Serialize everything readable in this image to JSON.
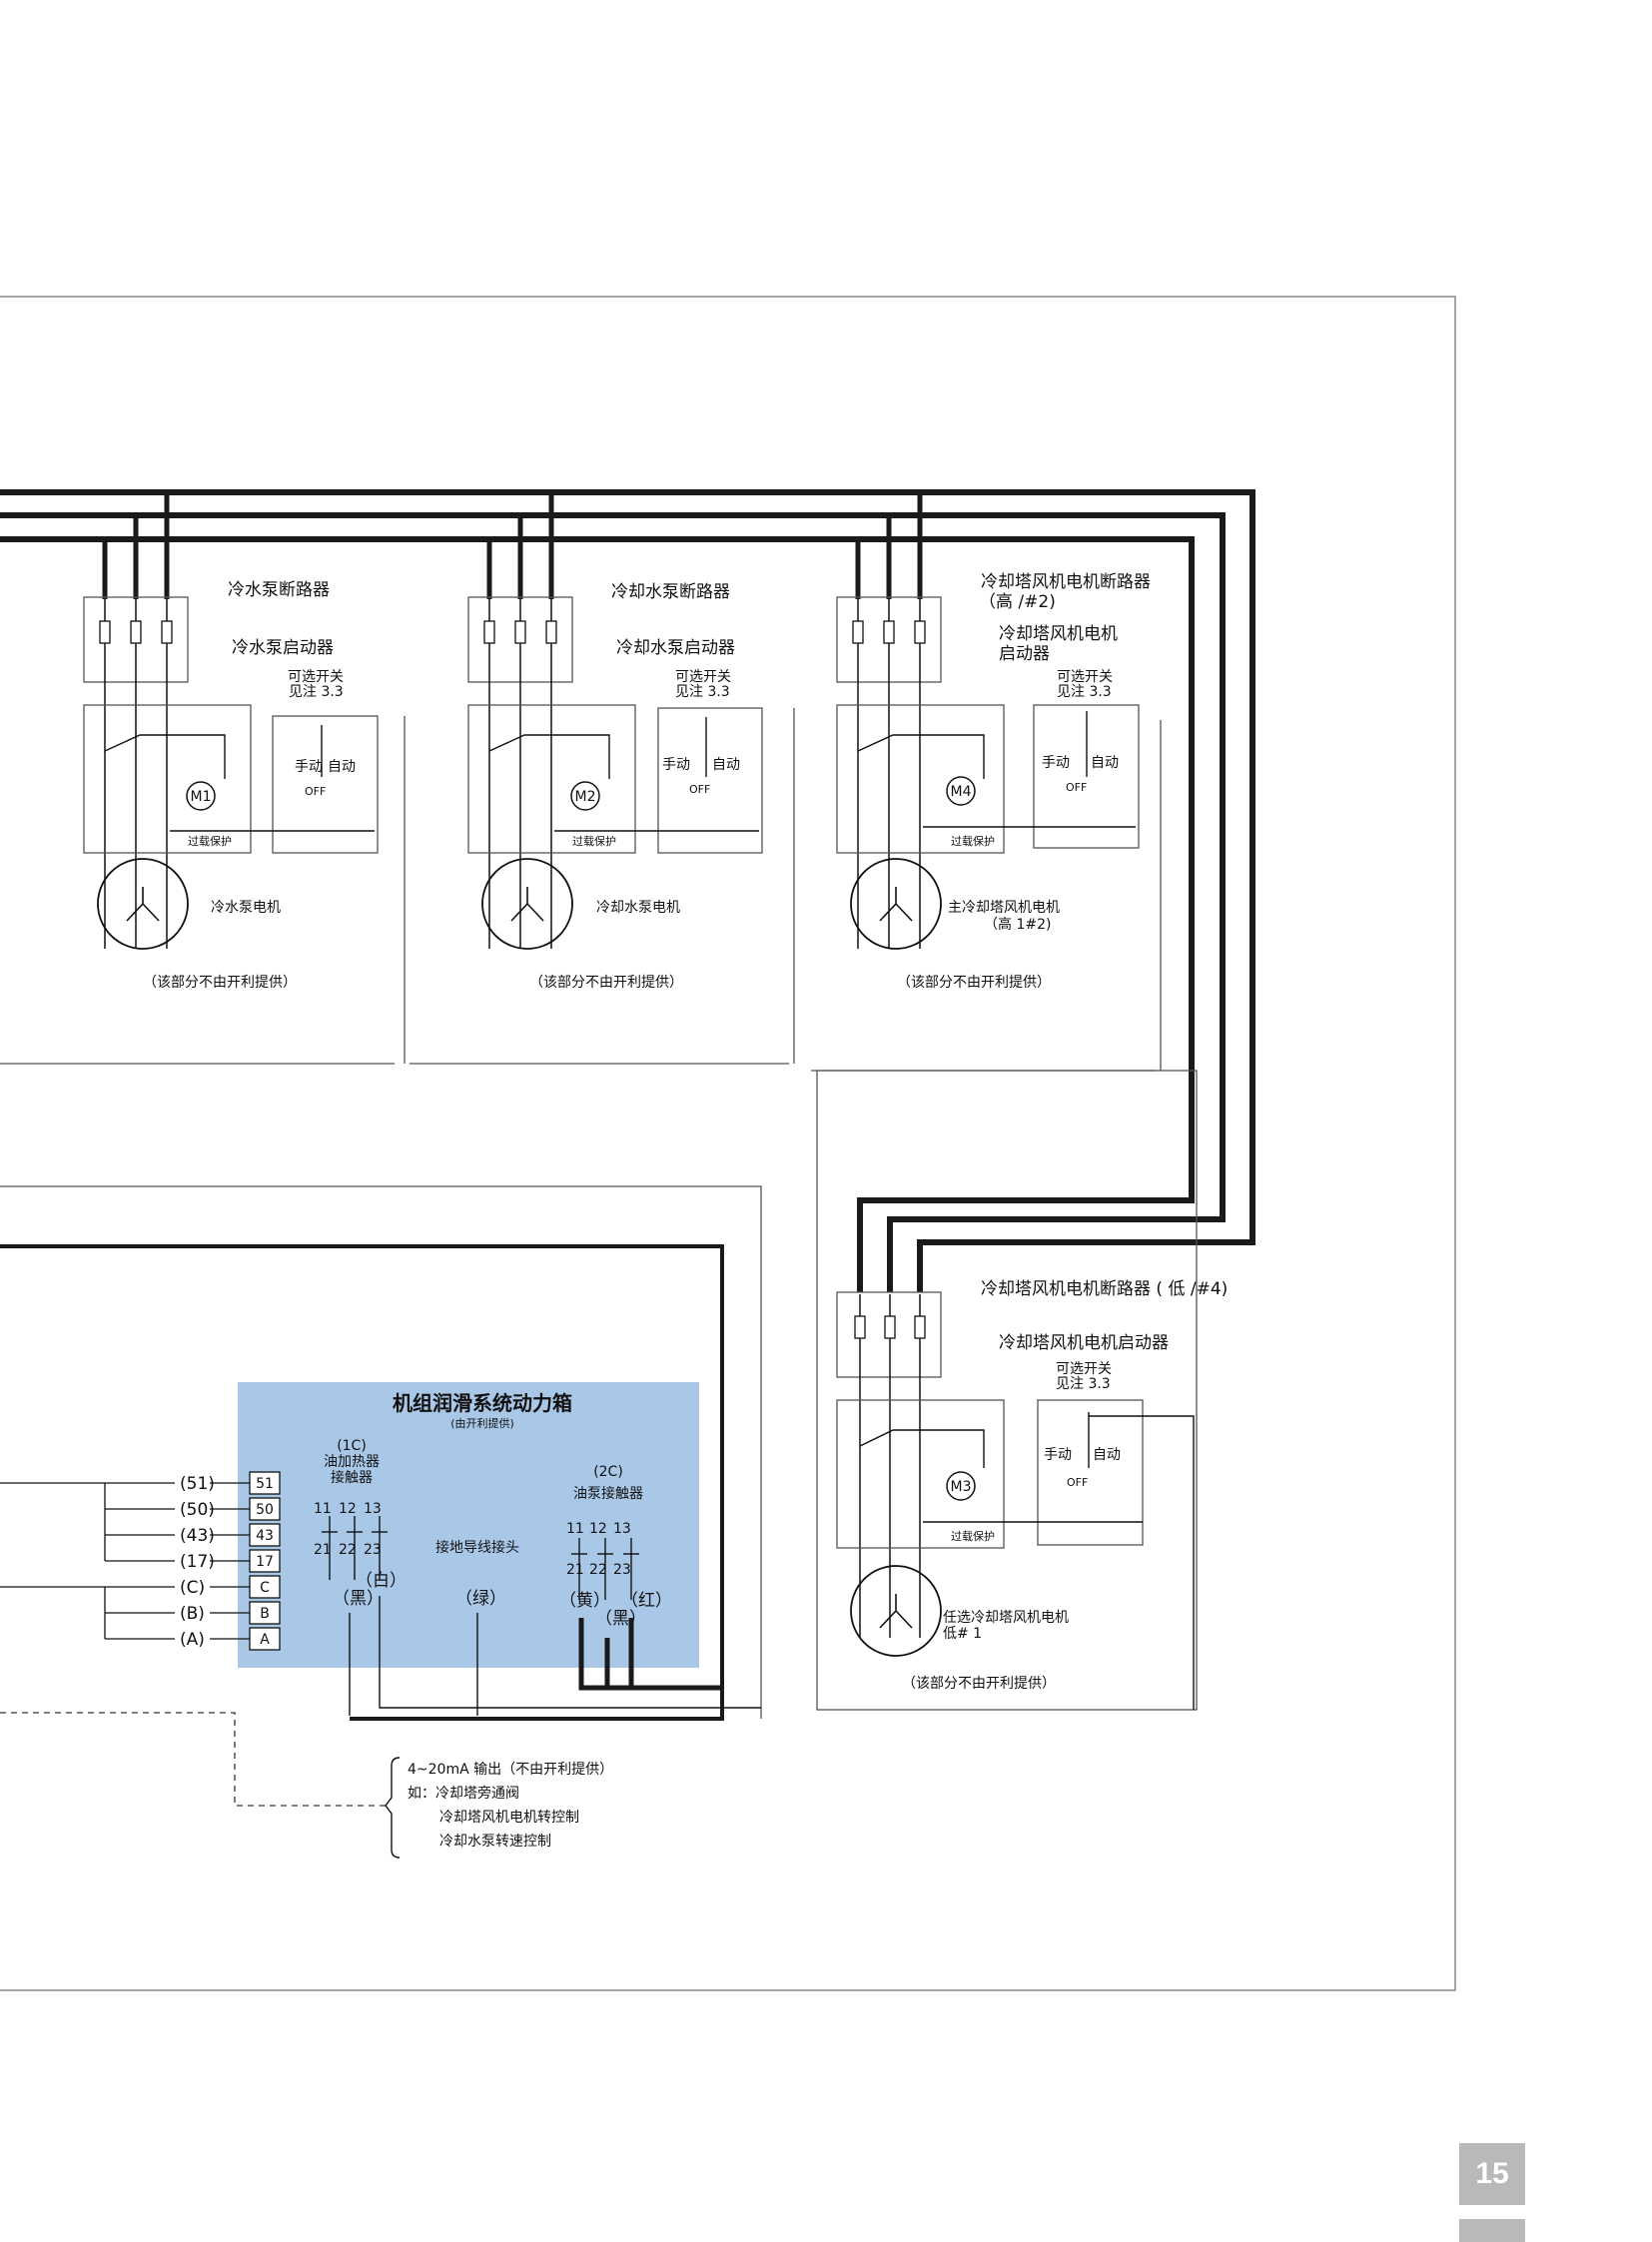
{
  "colors": {
    "lube_box_fill": "#a9c8e8",
    "line": "#1a1a1a",
    "frame": "#888888",
    "page_tab": "#b9b9b9"
  },
  "page_number": "15",
  "columns": [
    {
      "breaker": "冷水泵断路器",
      "breaker_sub": "",
      "starter": "冷水泵启动器",
      "starter_sub": "",
      "motor_id": "M1",
      "motor": "冷水泵电机",
      "motor_sub": ""
    },
    {
      "breaker": "冷却水泵断路器",
      "breaker_sub": "",
      "starter": "冷却水泵启动器",
      "starter_sub": "",
      "motor_id": "M2",
      "motor": "冷却水泵电机",
      "motor_sub": ""
    },
    {
      "breaker": "冷却塔风机电机断路器",
      "breaker_sub": "（高 /#2)",
      "starter": "冷却塔风机电机",
      "starter_sub": "启动器",
      "motor_id": "M4",
      "motor": "主冷却塔风机电机",
      "motor_sub": "（高 1#2)"
    },
    {
      "breaker": "冷却塔风机电机断路器 ( 低 /#4)",
      "breaker_sub": "",
      "starter": "冷却塔风机电机启动器",
      "starter_sub": "",
      "motor_id": "M3",
      "motor": "任选冷却塔风机电机",
      "motor_sub": "低# 1"
    }
  ],
  "common": {
    "optional_switch": "可选开关",
    "see_note": "见注 3.3",
    "manual": "手动",
    "auto": "自动",
    "off": "OFF",
    "overload": "过载保护",
    "not_supplied": "（该部分不由开利提供）"
  },
  "lube_box": {
    "title": "机组润滑系统动力箱",
    "subtitle": "(由开利提供)",
    "heater_tag": "(1C)",
    "heater_name_1": "油加热器",
    "heater_name_2": "接触器",
    "pump_tag": "(2C)",
    "pump_name": "油泵接触器",
    "ground": "接地导线接头",
    "wire_black": "（黑）",
    "wire_white": "（白）",
    "wire_green": "（绿）",
    "wire_yellow": "（黄）",
    "wire_red": "（红）",
    "contacts_top": [
      "11",
      "12",
      "13"
    ],
    "contacts_bottom": [
      "21",
      "22",
      "23"
    ]
  },
  "terminals": [
    {
      "wire": "(51)",
      "label": "51"
    },
    {
      "wire": "(50)",
      "label": "50"
    },
    {
      "wire": "(43)",
      "label": "43"
    },
    {
      "wire": "(17)",
      "label": "17"
    },
    {
      "wire": "(C)",
      "label": "C"
    },
    {
      "wire": "(B)",
      "label": "B"
    },
    {
      "wire": "(A)",
      "label": "A"
    }
  ],
  "output_note": {
    "line1": "4~20mA 输出（不由开利提供）",
    "line2": "如：冷却塔旁通阀",
    "line3": "冷却塔风机电机转控制",
    "line4": "冷却水泵转速控制"
  }
}
